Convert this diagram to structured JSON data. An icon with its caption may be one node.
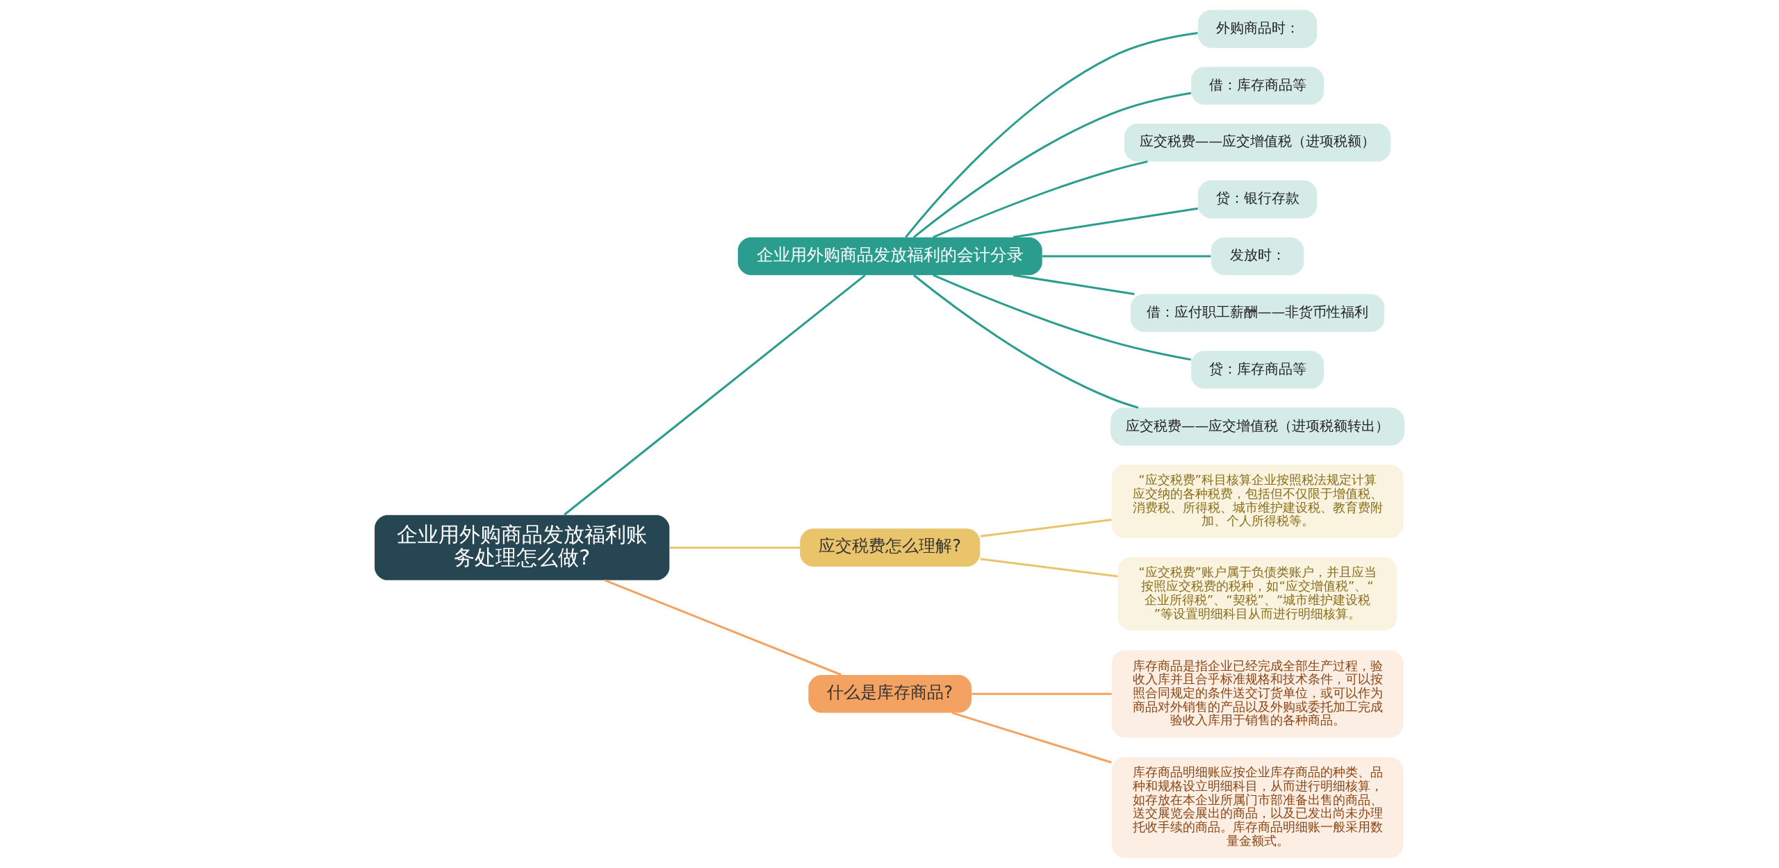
{
  "diagram": {
    "nodes": [
      {
        "text": [
          "企业用外购商品发放福利账务处理怎么做?"
        ]
      },
      {
        "text": [
          "企业用外购商品发放福利的会计分录"
        ]
      },
      {
        "text": [
          "外购商品时："
        ]
      },
      {
        "text": [
          "借：库存商品等"
        ]
      },
      {
        "text": [
          "应交税费——应交增值税（进项税额）"
        ]
      },
      {
        "text": [
          "贷：银行存款"
        ]
      },
      {
        "text": [
          "发放时："
        ]
      },
      {
        "text": [
          "借：应付职工薪酬——非货币性福利"
        ]
      },
      {
        "text": [
          "贷：库存商品等"
        ]
      },
      {
        "text": [
          "应交税费——应交增值税（进项税额转出）"
        ]
      },
      {
        "text": [
          "应交税费怎么理解?"
        ]
      },
      {
        "text": [
          "“应交税费”科目核算企业按照税法规定计算应交纳的各种税费，包括但不仅限于增值税、消费税、所得税、城市维护建设税、教育费附加、个人所得税等。"
        ]
      },
      {
        "text": [
          "“应交税费”账户属于负债类账户，并且应当按照应交税费的税种，如“应交增值税”、“企业所得税”、“契税”、“城市维护建设税”等设置明细科目从而进行明细核算。"
        ]
      },
      {
        "text": [
          "什么是库存商品?"
        ]
      },
      {
        "text": [
          "库存商品是指企业已经完成全部生产过程，验收入库并且合乎标准规格和技术条件，可以按照合同规定的条件送交订货单位，或可以作为商品对外销售的产品以及外购或委托加工完成验收入库用于销售的各种商品。"
        ]
      },
      {
        "text": [
          "库存商品明细账应按企业库存商品的种类、品种和规格设立明细科目，从而进行明细核算，如存放在本企业所属门市部准备出售的商品、送交展览会展出的商品，以及已发出尚未办理托收手续的商品。库存商品明细账一般采用数量金额式。"
        ]
      }
    ],
    "edges": [
      {
        "from": 0,
        "to": 1,
        "arrow": "none"
      },
      {
        "from": 1,
        "to": 2,
        "arrow": "none"
      },
      {
        "from": 1,
        "to": 3,
        "arrow": "none"
      },
      {
        "from": 1,
        "to": 4,
        "arrow": "none"
      },
      {
        "from": 1,
        "to": 5,
        "arrow": "none"
      },
      {
        "from": 1,
        "to": 6,
        "arrow": "none"
      },
      {
        "from": 1,
        "to": 7,
        "arrow": "none"
      },
      {
        "from": 1,
        "to": 8,
        "arrow": "none"
      },
      {
        "from": 1,
        "to": 9,
        "arrow": "none"
      },
      {
        "from": 0,
        "to": 10,
        "arrow": "none",
        "color": "#e9c46a"
      },
      {
        "from": 10,
        "to": 11,
        "arrow": "none",
        "color": "#e9c46a"
      },
      {
        "from": 10,
        "to": 12,
        "arrow": "none",
        "color": "#e9c46a"
      },
      {
        "from": 0,
        "to": 13,
        "arrow": "none",
        "color": "#f4a261"
      },
      {
        "from": 13,
        "to": 14,
        "arrow": "none",
        "color": "#f4a261"
      },
      {
        "from": 13,
        "to": 15,
        "arrow": "none",
        "color": "#f4a261"
      }
    ]
  }
}
